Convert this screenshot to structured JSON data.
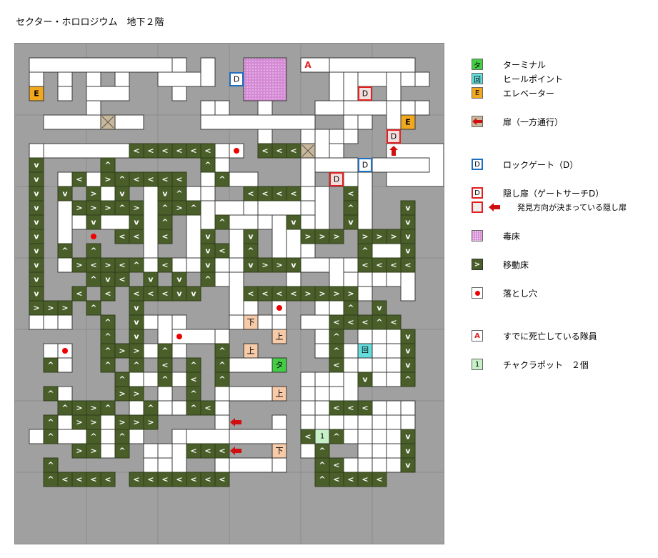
{
  "title": "セクター・ホロロジウム　地下２階",
  "colors": {
    "wall": "#a0a0a0",
    "grid": "#8c8c8c",
    "floor": "#ffffff",
    "floor_border": "#3a3a3a",
    "moving_floor": "#4a5e2a",
    "terminal": "#44cc44",
    "heal": "#66dddd",
    "elevator": "#f2a81e",
    "lock_gate": "#1f6fbf",
    "hidden_door": "#e02020",
    "poison": "#d48ad4",
    "pit": "#ee0000",
    "stairs": "#f7caa8",
    "chakra": "#c8f0c8"
  },
  "map": {
    "labels": {
      "lock_gate": "D",
      "hidden_door": "D",
      "elevator": "E",
      "terminal": "タ",
      "heal": "回",
      "dead_member": "A",
      "stairs_down": "下",
      "stairs_up": "上",
      "chakra": "1"
    }
  },
  "legend": [
    {
      "icon": "terminal-icon",
      "glyph": "タ",
      "text": "ターミナル"
    },
    {
      "icon": "heal-point-icon",
      "glyph": "回",
      "text": "ヒールポイント"
    },
    {
      "icon": "elevator-icon",
      "glyph": "E",
      "text": "エレベーター"
    },
    {
      "icon": "one-way-door-icon",
      "glyph": "",
      "text": "扉（一方通行）"
    },
    {
      "icon": "lock-gate-icon",
      "glyph": "D",
      "text": "ロックゲート（D）"
    },
    {
      "icon": "hidden-door-icon",
      "glyph": "D",
      "text": "隠し扉（ゲートサーチD）"
    },
    {
      "icon": "hidden-door-direction-icon",
      "glyph": "",
      "text": "発見方向が決まっている隠し扉"
    },
    {
      "icon": "poison-floor-icon",
      "glyph": "",
      "text": "毒床"
    },
    {
      "icon": "moving-floor-icon",
      "glyph": ">",
      "text": "移動床"
    },
    {
      "icon": "pitfall-icon",
      "glyph": "",
      "text": "落とし穴"
    },
    {
      "icon": "dead-member-icon",
      "glyph": "A",
      "text": "すでに死亡している隊員"
    },
    {
      "icon": "chakra-pot-icon",
      "glyph": "1",
      "text": "チャクラポット　２個"
    }
  ]
}
